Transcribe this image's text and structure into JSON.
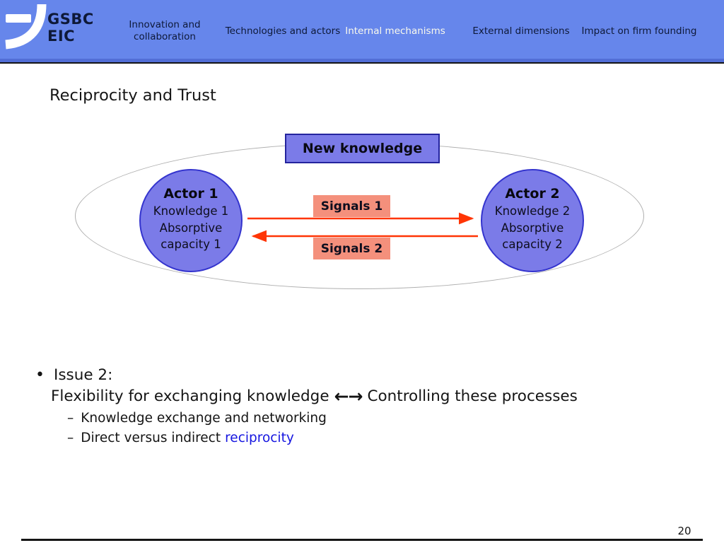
{
  "colors": {
    "header_bg": "#6686EB",
    "header_text": "#0E1938",
    "header_active_text": "#FAFAEC",
    "node_fill": "#7B7BE8",
    "node_border": "#3434CE",
    "nk_border": "#24249E",
    "signal_fill": "#F4907C",
    "arrow": "#FF3505",
    "ellipse_stroke": "#AFAFAF",
    "link": "#1515E0",
    "divider": "#151515"
  },
  "header": {
    "logo": {
      "line1": "GSBC",
      "line2": "EIC"
    },
    "nav": [
      {
        "label": "Innovation and collaboration"
      },
      {
        "label": "Technologies and actors"
      },
      {
        "label": "Internal mechanisms"
      },
      {
        "label": "External dimensions"
      },
      {
        "label": "Impact on firm founding"
      }
    ]
  },
  "slide": {
    "title": "Reciprocity and Trust",
    "page_number": "20"
  },
  "diagram": {
    "new_knowledge_label": "New knowledge",
    "actor1": {
      "title": "Actor 1",
      "lines": [
        "Knowledge 1",
        "Absorptive",
        "capacity 1"
      ]
    },
    "actor2": {
      "title": "Actor 2",
      "lines": [
        "Knowledge 2",
        "Absorptive",
        "capacity 2"
      ]
    },
    "signals1_label": "Signals 1",
    "signals2_label": "Signals 2"
  },
  "bullets": {
    "bullet_char": "•",
    "dash_char": "–",
    "issue_label": "Issue 2:",
    "line2_pre": "Flexibility for exchanging knowledge",
    "line2_arrows": "←→",
    "line2_post": "Controlling these processes",
    "sub1": "Knowledge exchange and networking",
    "sub2_pre": "Direct versus indirect",
    "sub2_link": "reciprocity"
  }
}
